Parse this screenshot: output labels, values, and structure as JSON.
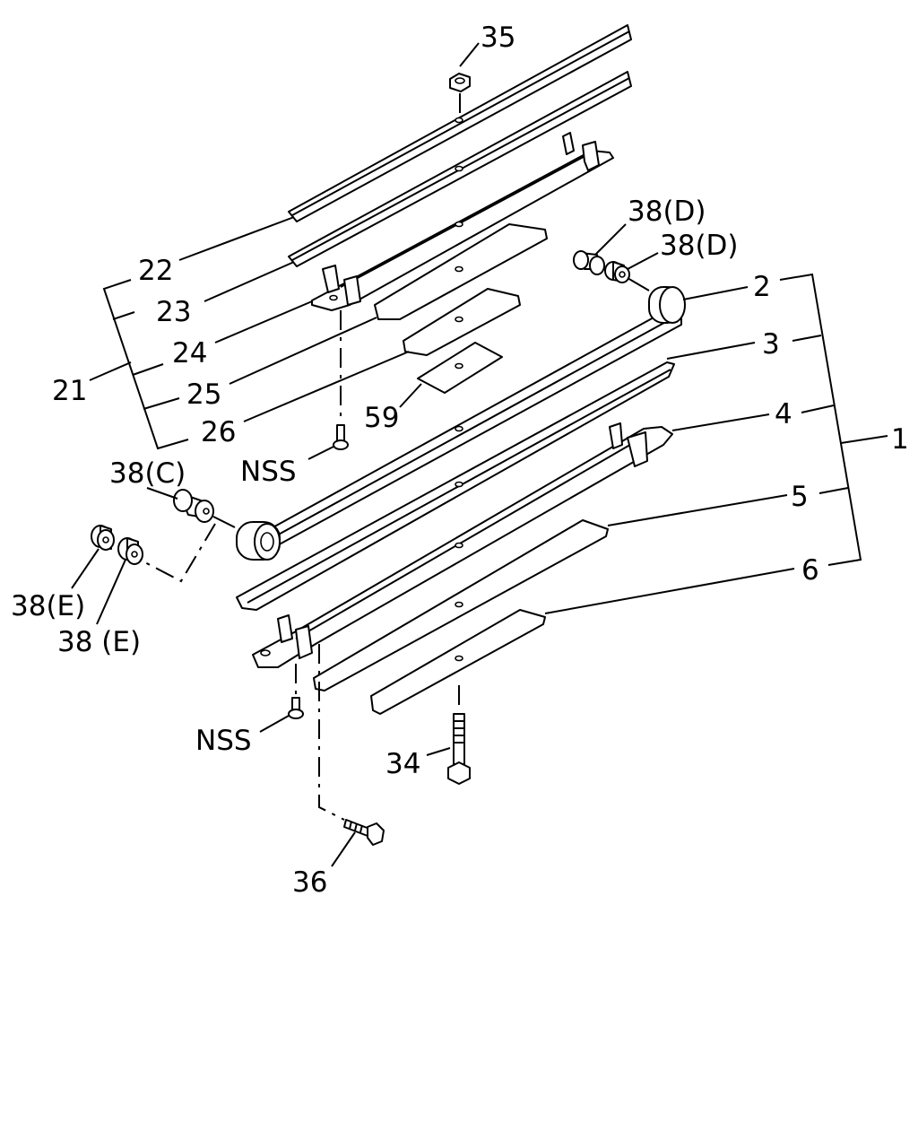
{
  "figure": {
    "callouts": {
      "c35": "35",
      "c38d_a": "38(D)",
      "c38d_b": "38(D)",
      "c2": "2",
      "c3": "3",
      "c4": "4",
      "c5": "5",
      "c6": "6",
      "c1": "1",
      "c22": "22",
      "c23": "23",
      "c24": "24",
      "c25": "25",
      "c26": "26",
      "c21": "21",
      "c59": "59",
      "nss_top": "NSS",
      "c38c": "38(C)",
      "c38e_a": "38(E)",
      "c38e_b": "38 (E)",
      "nss_bottom": "NSS",
      "c34": "34",
      "c36": "36"
    }
  }
}
